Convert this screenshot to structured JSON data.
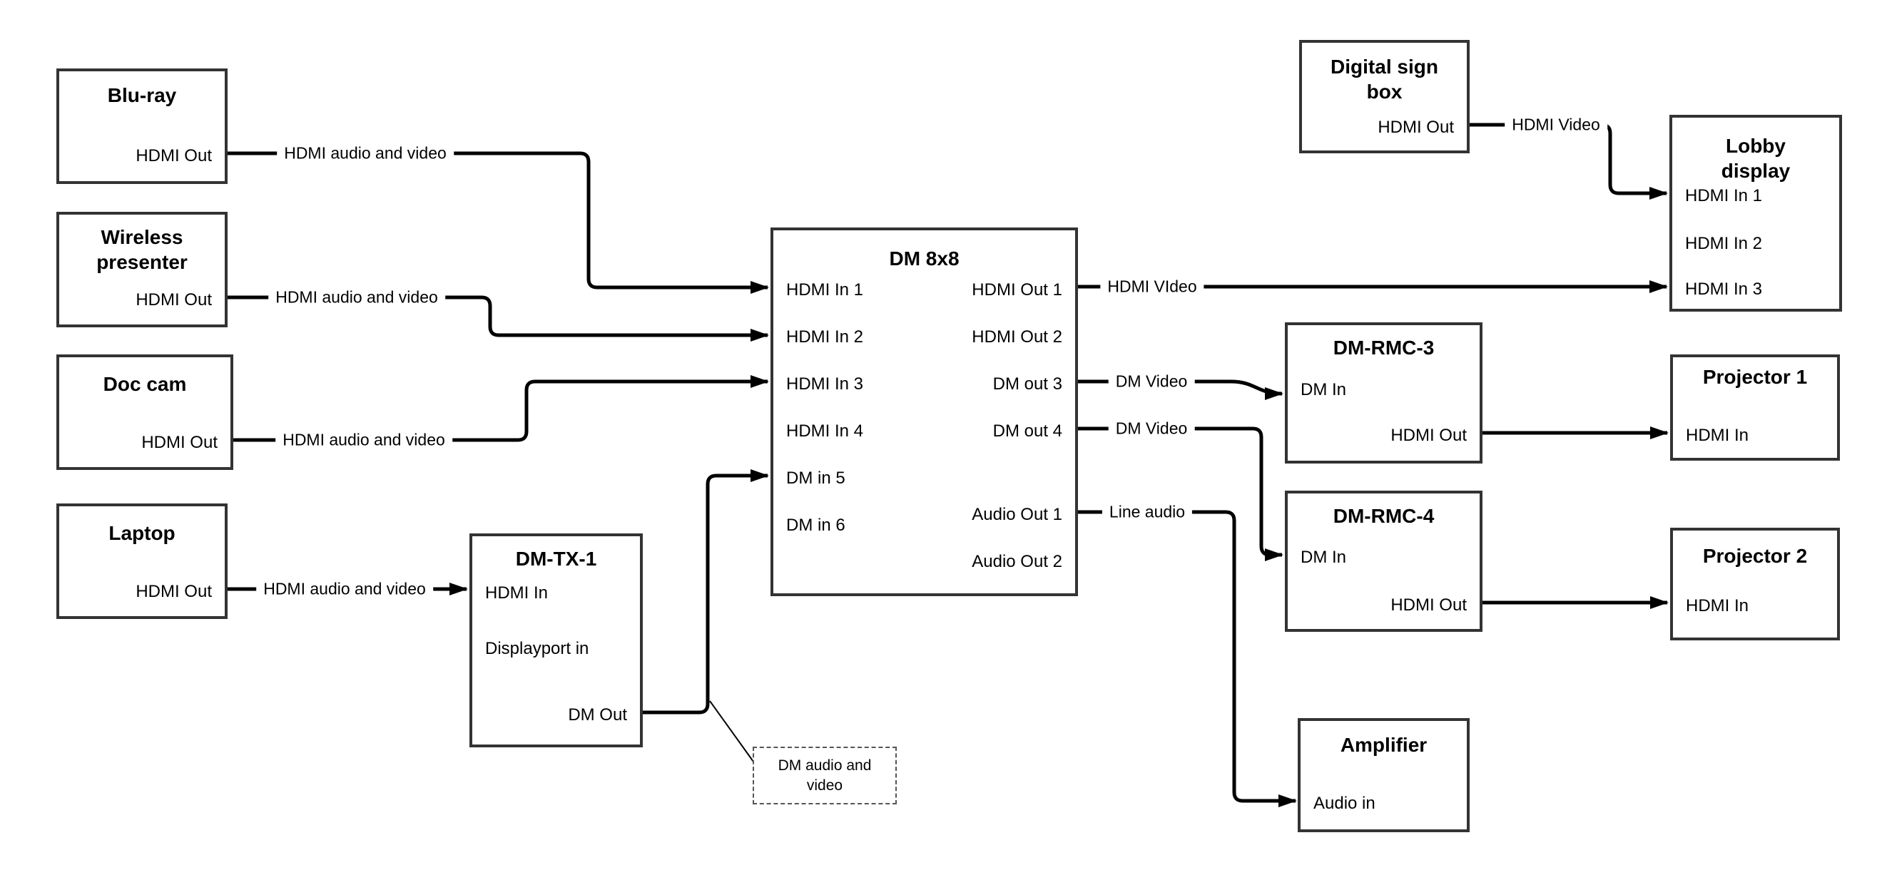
{
  "colors": {
    "background": "#ffffff",
    "box_border": "#333333",
    "wire": "#000000",
    "text": "#000000"
  },
  "nodes": {
    "bluray": {
      "title": "Blu-ray",
      "ports": {
        "hdmi_out": "HDMI Out"
      }
    },
    "wireless_presenter": {
      "title": "Wireless\npresenter",
      "ports": {
        "hdmi_out": "HDMI Out"
      }
    },
    "doc_cam": {
      "title": "Doc cam",
      "ports": {
        "hdmi_out": "HDMI Out"
      }
    },
    "laptop": {
      "title": "Laptop",
      "ports": {
        "hdmi_out": "HDMI Out"
      }
    },
    "dm_tx_1": {
      "title": "DM-TX-1",
      "ports": {
        "hdmi_in": "HDMI In",
        "displayport_in": "Displayport in",
        "dm_out": "DM Out"
      }
    },
    "dm_8x8": {
      "title": "DM 8x8",
      "ports": {
        "hdmi_in_1": "HDMI In 1",
        "hdmi_in_2": "HDMI In 2",
        "hdmi_in_3": "HDMI In 3",
        "hdmi_in_4": "HDMI In 4",
        "dm_in_5": "DM in 5",
        "dm_in_6": "DM in 6",
        "hdmi_out_1": "HDMI Out 1",
        "hdmi_out_2": "HDMI Out 2",
        "dm_out_3": "DM out 3",
        "dm_out_4": "DM out 4",
        "audio_out_1": "Audio Out 1",
        "audio_out_2": "Audio Out 2"
      }
    },
    "digital_sign_box": {
      "title": "Digital sign\nbox",
      "ports": {
        "hdmi_out": "HDMI Out"
      }
    },
    "lobby_display": {
      "title": "Lobby\ndisplay",
      "ports": {
        "hdmi_in_1": "HDMI In 1",
        "hdmi_in_2": "HDMI In 2",
        "hdmi_in_3": "HDMI In 3"
      }
    },
    "dm_rmc_3": {
      "title": "DM-RMC-3",
      "ports": {
        "dm_in": "DM In",
        "hdmi_out": "HDMI Out"
      }
    },
    "projector_1": {
      "title": "Projector 1",
      "ports": {
        "hdmi_in": "HDMI In"
      }
    },
    "dm_rmc_4": {
      "title": "DM-RMC-4",
      "ports": {
        "dm_in": "DM In",
        "hdmi_out": "HDMI Out"
      }
    },
    "projector_2": {
      "title": "Projector 2",
      "ports": {
        "hdmi_in": "HDMI In"
      }
    },
    "amplifier": {
      "title": "Amplifier",
      "ports": {
        "audio_in": "Audio in"
      }
    }
  },
  "wire_labels": {
    "bluray_to_dm8x8": "HDMI audio and video",
    "wireless_to_dm8x8": "HDMI audio and video",
    "doccam_to_dm8x8": "HDMI audio and video",
    "laptop_to_dmtx1": "HDMI audio and video",
    "hdmiout1_to_lobby": "HDMI VIdeo",
    "digitalsign_to_lobby": "HDMI Video",
    "dmout3_to_rmc3": "DM Video",
    "dmout4_to_rmc4": "DM Video",
    "audioout1_to_amplifier": "Line audio"
  },
  "callout": {
    "text": "DM audio and\nvideo"
  }
}
